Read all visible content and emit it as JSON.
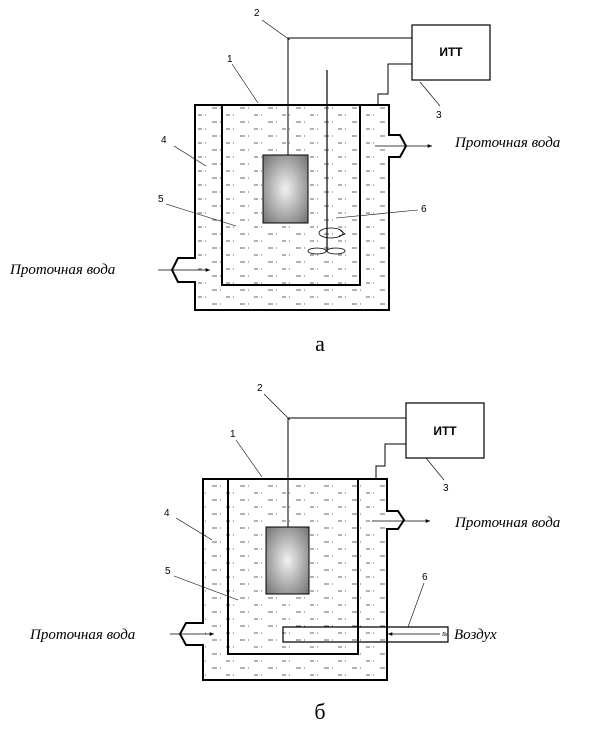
{
  "diagram_a": {
    "device_label": "ИТТ",
    "flow_water_out": "Проточная вода",
    "flow_water_in": "Проточная вода",
    "callouts": [
      "1",
      "2",
      "3",
      "4",
      "5",
      "6"
    ],
    "caption": "а"
  },
  "diagram_b": {
    "device_label": "ИТТ",
    "flow_water_out": "Проточная вода",
    "flow_water_in": "Проточная вода",
    "air_in": "Воздух",
    "air_small": "Во",
    "callouts": [
      "1",
      "2",
      "3",
      "4",
      "5",
      "6"
    ],
    "caption": "б"
  },
  "colors": {
    "line": "#000000",
    "sample_dark": "#7a7a7a",
    "sample_light": "#f2f2f2",
    "dash": "#555555"
  }
}
